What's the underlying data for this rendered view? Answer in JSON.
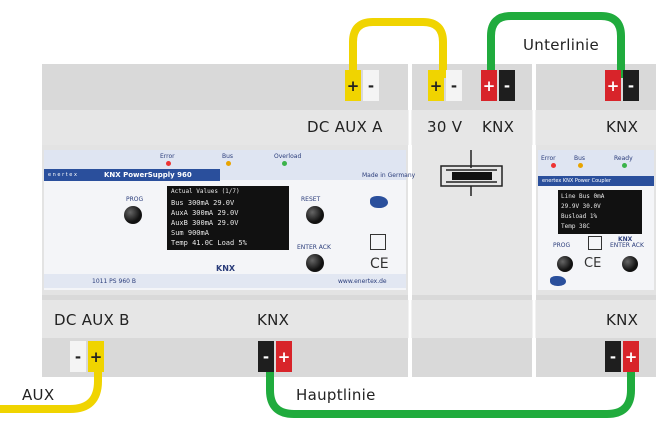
{
  "labels": {
    "unterlinie": "Unterlinie",
    "hauptlinie": "Hauptlinie",
    "aux": "AUX",
    "dc_aux_a": "DC AUX A",
    "dc_aux_b": "DC AUX B",
    "thirty_v": "30 V",
    "knx_choke": "KNX",
    "knx_right_top": "KNX",
    "knx_psu_bottom": "KNX",
    "knx_right_bottom": "KNX"
  },
  "terminal_signs": {
    "plus": "+",
    "minus": "-"
  },
  "psu_device": {
    "brand": "e n e r t e x",
    "product": "KNX PowerSupply 960",
    "display_lines": [
      "Actual Values (1/7)",
      "Bus    300mA  29.0V",
      "AuxA   300mA  29.0V",
      "AuxB   300mA  29.0V",
      "Sum    900mA",
      "Temp   41.0C  Load 5%"
    ],
    "reset_label": "RESET",
    "prog_label": "PROG",
    "enter_label": "ENTER  ACK",
    "made_in": "Made in Germany",
    "url": "www.enertex.de",
    "article": "1011 PS 960 B",
    "knx_logo": "KNX",
    "ce": "CE",
    "led_labels": [
      "Error",
      "Bus",
      "Overload"
    ]
  },
  "coupler_device": {
    "brand": "enertex KNX Power Coupler",
    "display_lines": [
      "Line  Bus 0mA",
      "29.9V 30.0V",
      "Busload 1%",
      "Temp 38C"
    ],
    "prog_label": "PROG",
    "enter_label": "ENTER ACK",
    "knx_logo": "KNX",
    "ce": "CE",
    "led_labels": [
      "Error",
      "Bus",
      "Ready"
    ]
  },
  "colors": {
    "yellow_wire": "#f0d400",
    "green_wire": "#20ab3d",
    "red_terminal": "#d8242a",
    "black_terminal": "#1e1e1e",
    "rail": "#dcdcdc",
    "device_blue": "#2a4f9c"
  }
}
